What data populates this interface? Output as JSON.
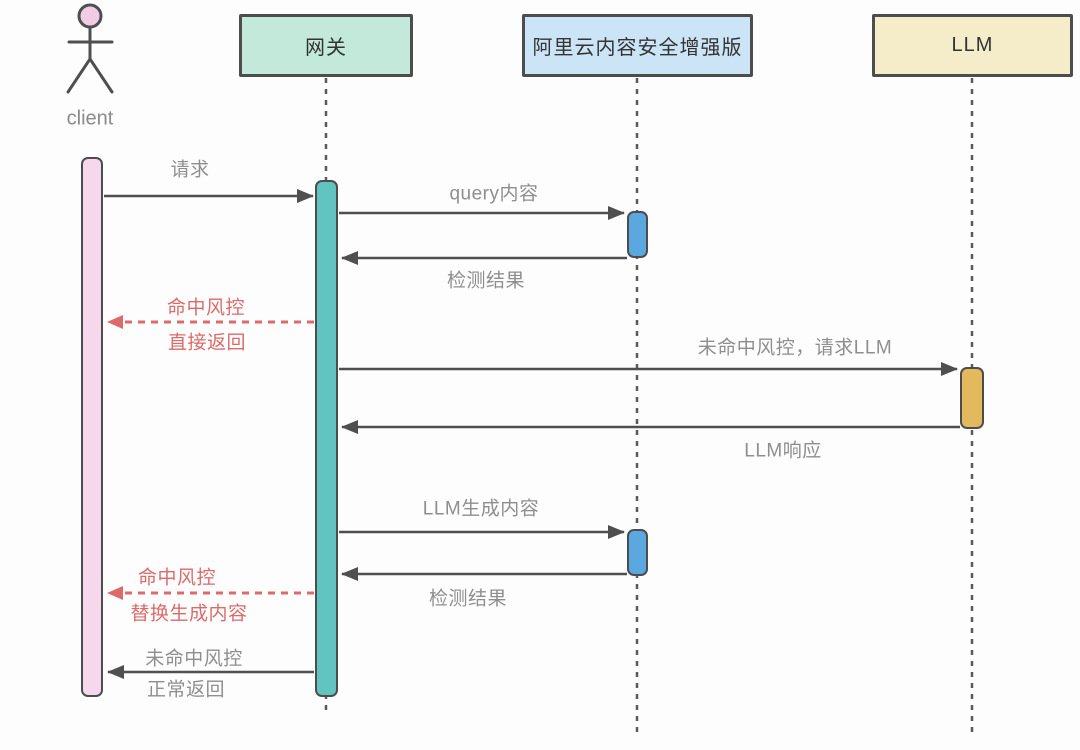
{
  "diagram": {
    "title_hint": "LLM content-safety gateway sequence diagram",
    "actor": {
      "label": "client"
    },
    "participants": [
      {
        "id": "gateway",
        "label": "网关",
        "fill": "#c2e9da"
      },
      {
        "id": "aliyun",
        "label": "阿里云内容安全增强版",
        "fill": "#cbe4f6"
      },
      {
        "id": "llm",
        "label": "LLM",
        "fill": "#f5ecc9"
      }
    ],
    "activations": [
      {
        "id": "client",
        "color": "#f6d8ed"
      },
      {
        "id": "gateway",
        "color": "#62c4c0"
      },
      {
        "id": "aliyun-1",
        "color": "#5ba8e0"
      },
      {
        "id": "aliyun-2",
        "color": "#5ba8e0"
      },
      {
        "id": "llm",
        "color": "#e2b95c"
      }
    ],
    "messages": [
      {
        "from": "client",
        "to": "gateway",
        "style": "solid",
        "label": "请求"
      },
      {
        "from": "gateway",
        "to": "aliyun",
        "style": "solid",
        "label": "query内容"
      },
      {
        "from": "aliyun",
        "to": "gateway",
        "style": "solid",
        "label": "检测结果"
      },
      {
        "from": "gateway",
        "to": "client",
        "style": "dashed-red",
        "line1": "命中风控",
        "line2": "直接返回"
      },
      {
        "from": "gateway",
        "to": "llm",
        "style": "solid",
        "label": "未命中风控，请求LLM"
      },
      {
        "from": "llm",
        "to": "gateway",
        "style": "solid",
        "label": "LLM响应"
      },
      {
        "from": "gateway",
        "to": "aliyun",
        "style": "solid",
        "label": "LLM生成内容"
      },
      {
        "from": "aliyun",
        "to": "gateway",
        "style": "solid",
        "label": "检测结果"
      },
      {
        "from": "gateway",
        "to": "client",
        "style": "dashed-red",
        "line1": "命中风控",
        "line2": "替换生成内容"
      },
      {
        "from": "gateway",
        "to": "client",
        "style": "solid",
        "line1": "未命中风控",
        "line2": "正常返回"
      }
    ],
    "colors": {
      "line": "#4f4f4f",
      "label_text": "#8e8e8e",
      "risk_text": "#dd6a6a",
      "actor_head": "#f2cbe4",
      "background": "#fdfdfd"
    }
  }
}
